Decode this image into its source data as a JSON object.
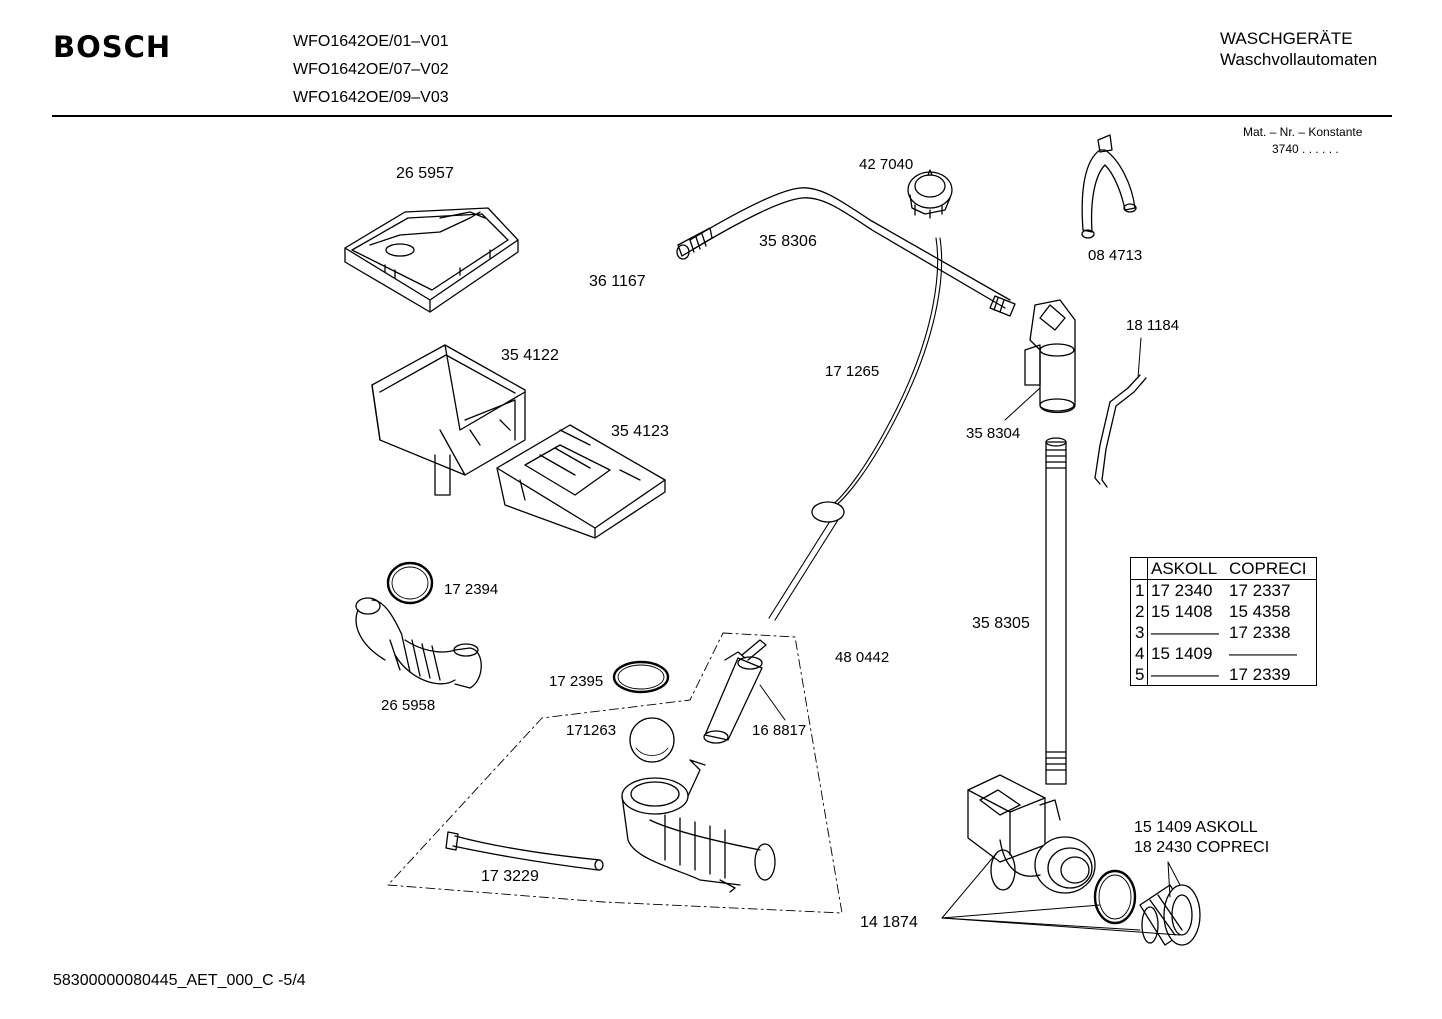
{
  "header": {
    "brand": "BOSCH",
    "models": [
      "WFO1642OE/01–V01",
      "WFO1642OE/07–V02",
      "WFO1642OE/09–V03"
    ],
    "category_line1": "WASCHGERÄTE",
    "category_line2": "Waschvollautomaten",
    "mat_nr_label": "Mat. – Nr. – Konstante",
    "mat_nr_value": "3740  .  .  .  .  .  ."
  },
  "labels": {
    "p265957": "26 5957",
    "p354122": "35 4122",
    "p354123": "35 4123",
    "p172394": "17 2394",
    "p265958": "26 5958",
    "p427040": "42 7040",
    "p358306": "35 8306",
    "p361167": "36 1167",
    "p171265": "17 1265",
    "p084713": "08 4713",
    "p181184": "18 1184",
    "p358304": "35 8304",
    "p358305": "35 8305",
    "p480442": "48 0442",
    "p172395": "17 2395",
    "p168817": "16 8817",
    "p171263": "171263",
    "p173229": "17 3229",
    "p141874": "14 1874",
    "p151409": "15 1409  ASKOLL",
    "p182430": "18 2430  COPRECI"
  },
  "table": {
    "headers": [
      "ASKOLL",
      "COPRECI"
    ],
    "rows": [
      {
        "n": "1",
        "askoll": "17 2340",
        "copreci": "17 2337"
      },
      {
        "n": "2",
        "askoll": "15 1408",
        "copreci": "15 4358"
      },
      {
        "n": "3",
        "askoll": "————",
        "copreci": "17 2338"
      },
      {
        "n": "4",
        "askoll": "15 1409",
        "copreci": "————"
      },
      {
        "n": "5",
        "askoll": "————",
        "copreci": "17 2339"
      }
    ]
  },
  "footer": "58300000080445_AET_000_C -5/4"
}
